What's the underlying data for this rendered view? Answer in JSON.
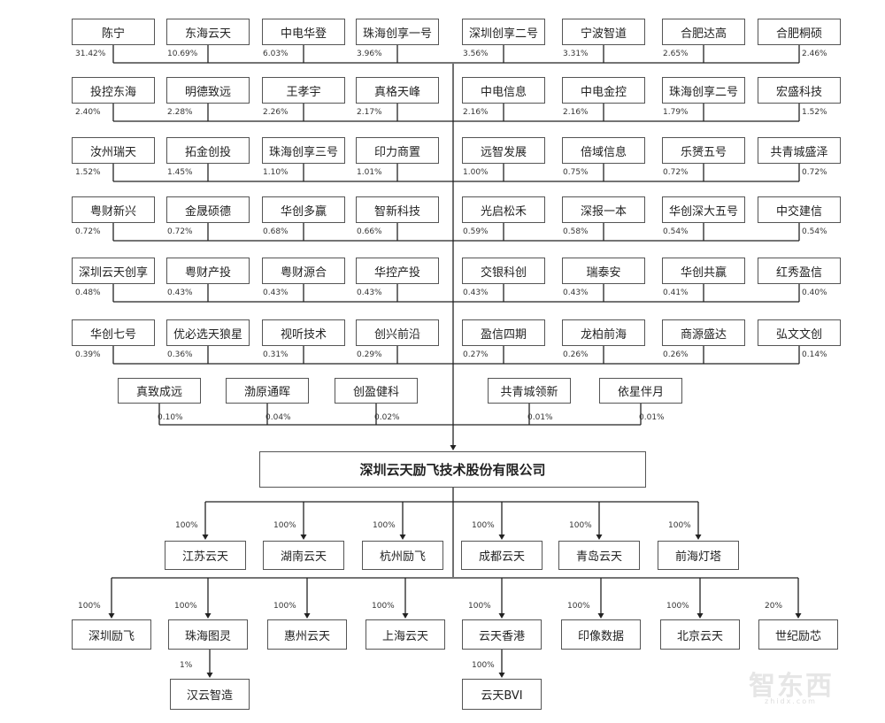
{
  "company": "深圳云天励飞技术股份有限公司",
  "shareholder_rows": [
    [
      [
        "陈宁",
        "31.42%"
      ],
      [
        "东海云天",
        "10.69%"
      ],
      [
        "中电华登",
        "6.03%"
      ],
      [
        "珠海创享一号",
        "3.96%"
      ],
      [
        "深圳创享二号",
        "3.56%"
      ],
      [
        "宁波智道",
        "3.31%"
      ],
      [
        "合肥达高",
        "2.65%"
      ],
      [
        "合肥桐硕",
        "2.46%"
      ]
    ],
    [
      [
        "投控东海",
        "2.40%"
      ],
      [
        "明德致远",
        "2.28%"
      ],
      [
        "王孝宇",
        "2.26%"
      ],
      [
        "真格天峰",
        "2.17%"
      ],
      [
        "中电信息",
        "2.16%"
      ],
      [
        "中电金控",
        "2.16%"
      ],
      [
        "珠海创享二号",
        "1.79%"
      ],
      [
        "宏盛科技",
        "1.52%"
      ]
    ],
    [
      [
        "汝州瑞天",
        "1.52%"
      ],
      [
        "拓金创投",
        "1.45%"
      ],
      [
        "珠海创享三号",
        "1.10%"
      ],
      [
        "印力商置",
        "1.01%"
      ],
      [
        "远智发展",
        "1.00%"
      ],
      [
        "倍域信息",
        "0.75%"
      ],
      [
        "乐赟五号",
        "0.72%"
      ],
      [
        "共青城盛泽",
        "0.72%"
      ]
    ],
    [
      [
        "粤财新兴",
        "0.72%"
      ],
      [
        "金晟硕德",
        "0.72%"
      ],
      [
        "华创多赢",
        "0.68%"
      ],
      [
        "智新科技",
        "0.66%"
      ],
      [
        "光启松禾",
        "0.59%"
      ],
      [
        "深报一本",
        "0.58%"
      ],
      [
        "华创深大五号",
        "0.54%"
      ],
      [
        "中交建信",
        "0.54%"
      ]
    ],
    [
      [
        "深圳云天创享",
        "0.48%"
      ],
      [
        "粤财产投",
        "0.43%"
      ],
      [
        "粤财源合",
        "0.43%"
      ],
      [
        "华控产投",
        "0.43%"
      ],
      [
        "交银科创",
        "0.43%"
      ],
      [
        "瑞泰安",
        "0.43%"
      ],
      [
        "华创共赢",
        "0.41%"
      ],
      [
        "红秀盈信",
        "0.40%"
      ]
    ],
    [
      [
        "华创七号",
        "0.39%"
      ],
      [
        "优必选天狼星",
        "0.36%"
      ],
      [
        "视听技术",
        "0.31%"
      ],
      [
        "创兴前沿",
        "0.29%"
      ],
      [
        "盈信四期",
        "0.27%"
      ],
      [
        "龙柏前海",
        "0.26%"
      ],
      [
        "商源盛达",
        "0.26%"
      ],
      [
        "弘文文创",
        "0.14%"
      ]
    ]
  ],
  "shareholder_last_row": [
    [
      "真致成远",
      "0.10%"
    ],
    [
      "渤原通晖",
      "0.04%"
    ],
    [
      "创盈健科",
      "0.02%"
    ],
    [
      "共青城领新",
      "0.01%"
    ],
    [
      "依星伴月",
      "0.01%"
    ]
  ],
  "subsidiaries_tier1": [
    [
      "江苏云天",
      "100%"
    ],
    [
      "湖南云天",
      "100%"
    ],
    [
      "杭州励飞",
      "100%"
    ],
    [
      "成都云天",
      "100%"
    ],
    [
      "青岛云天",
      "100%"
    ],
    [
      "前海灯塔",
      "100%"
    ]
  ],
  "subsidiaries_tier2": [
    [
      "深圳励飞",
      "100%"
    ],
    [
      "珠海图灵",
      "100%"
    ],
    [
      "惠州云天",
      "100%"
    ],
    [
      "上海云天",
      "100%"
    ],
    [
      "云天香港",
      "100%"
    ],
    [
      "印像数据",
      "100%"
    ],
    [
      "北京云天",
      "100%"
    ],
    [
      "世纪励芯",
      "20%"
    ]
  ],
  "sub_sub": [
    [
      "汉云智造",
      "1%"
    ],
    [
      "云天BVI",
      "100%"
    ]
  ],
  "watermark": {
    "text": "智东西",
    "sub": "zhidx.com"
  },
  "colors": {
    "line": "#222222",
    "box_border": "#555555",
    "text": "#222222"
  }
}
